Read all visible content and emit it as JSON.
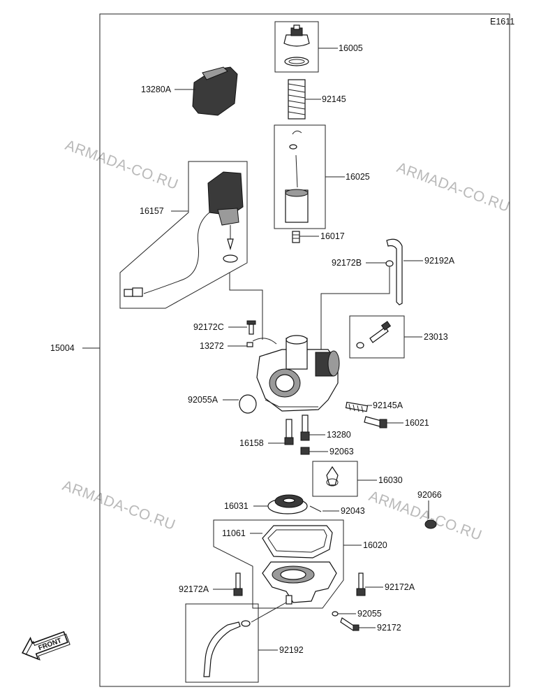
{
  "diagram_code": "E1611",
  "watermark_text": "ARMADA-CO.RU",
  "front_label": "FRONT",
  "parts": {
    "p16005": "16005",
    "p13280A": "13280A",
    "p92145": "92145",
    "p16025": "16025",
    "p16157": "16157",
    "p16017": "16017",
    "p92172B": "92172B",
    "p92192A": "92192A",
    "p15004": "15004",
    "p92172C": "92172C",
    "p13272": "13272",
    "p23013": "23013",
    "p92055A": "92055A",
    "p92145A": "92145A",
    "p16021": "16021",
    "p13280": "13280",
    "p16158": "16158",
    "p92063": "92063",
    "p16030": "16030",
    "p92066": "92066",
    "p16031": "16031",
    "p92043": "92043",
    "p11061": "11061",
    "p16020": "16020",
    "p92172A_left": "92172A",
    "p92172A_right": "92172A",
    "p92055": "92055",
    "p92172": "92172",
    "p92192": "92192"
  },
  "colors": {
    "line": "#222222",
    "part_dark": "#3a3a3a",
    "part_mid": "#9a9a9a",
    "watermark": "#b9b9b9"
  }
}
